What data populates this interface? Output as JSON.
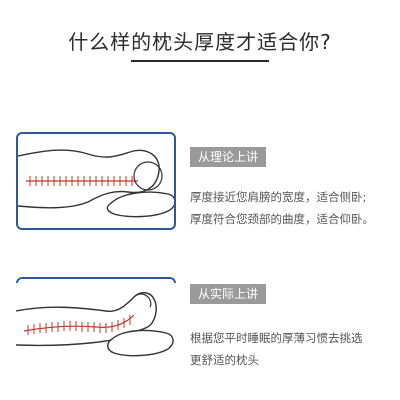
{
  "page": {
    "title": "什么样的枕头厚度才适合你?"
  },
  "sections": [
    {
      "tag": "从理论上讲",
      "lines": [
        "厚度接近您肩膀的宽度，适合侧卧;",
        "厚度符合您颈部的曲度，适合仰卧。"
      ]
    },
    {
      "tag": "从实际上讲",
      "lines": [
        "根据您平时睡眠的厚薄习惯去挑选",
        "更舒适的枕头"
      ]
    }
  ],
  "colors": {
    "accent": "#2f55a4",
    "spine": "#c0392b",
    "tag_bg": "#9a9a9a"
  }
}
